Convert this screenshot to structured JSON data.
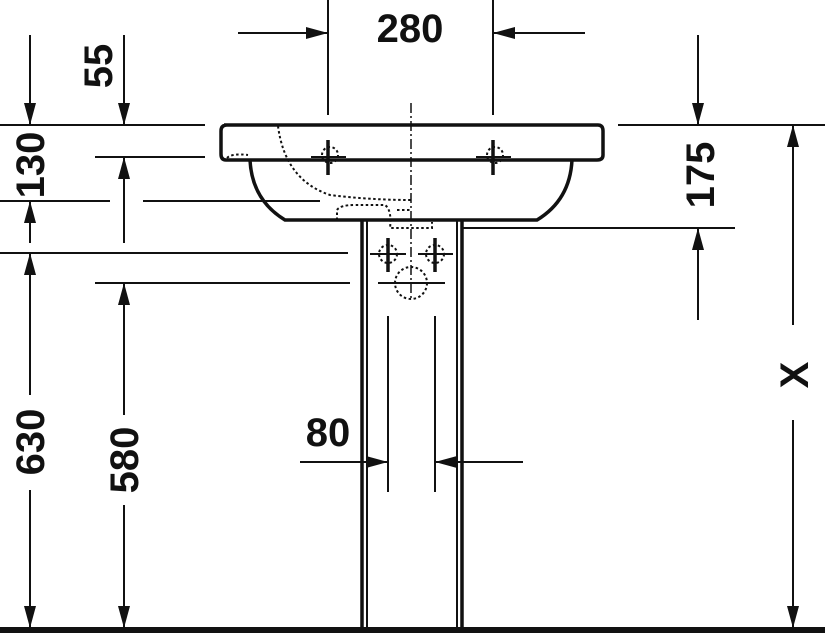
{
  "dimensions": {
    "tap_spacing": "280",
    "rim_to_tap": "55",
    "rim_thickness": "130",
    "basin_depth": "175",
    "drain_height": "630",
    "supply_height": "580",
    "pedestal_gap": "80",
    "rim_height": "X"
  }
}
